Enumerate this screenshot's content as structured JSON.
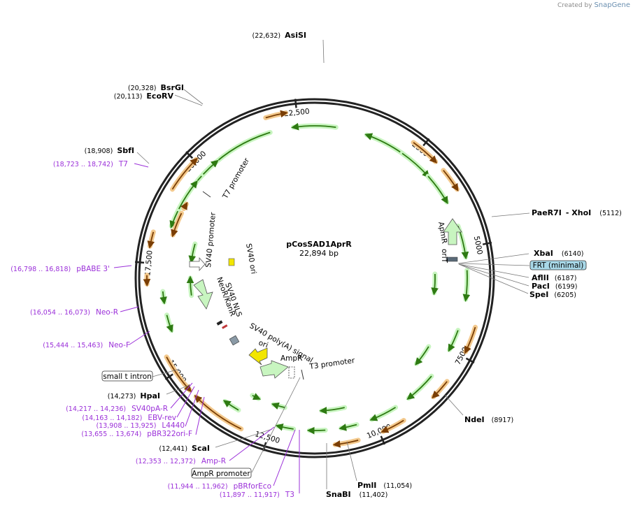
{
  "credit": {
    "prefix": "Created by",
    "brand": "SnapGene"
  },
  "plasmid": {
    "name": "pCosSAD1AprR",
    "size_label": "22,894 bp"
  },
  "ticks": [
    {
      "label": "22,500",
      "bp": 22500
    },
    {
      "label": "2500",
      "bp": 2500
    },
    {
      "label": "5000",
      "bp": 5000
    },
    {
      "label": "7500",
      "bp": 7500
    },
    {
      "label": "10,000",
      "bp": 10000
    },
    {
      "label": "12,500",
      "bp": 12500
    },
    {
      "label": "15,000",
      "bp": 15000
    },
    {
      "label": "17,500",
      "bp": 17500
    },
    {
      "label": "20,000",
      "bp": 20000
    }
  ],
  "sites": [
    {
      "name": "AsiSI",
      "pos": "(22,632)",
      "bp": 22632
    },
    {
      "name": "BsrGI",
      "pos": "(20,328)",
      "bp": 20328
    },
    {
      "name": "EcoRV",
      "pos": "(20,113)",
      "bp": 20113
    },
    {
      "name": "SbfI",
      "pos": "(18,908)",
      "bp": 18908
    },
    {
      "name": "PaeR7I",
      "name2": "- XhoI",
      "pos": "(5112)",
      "bp": 5112
    },
    {
      "name": "XbaI",
      "pos": "(6140)",
      "bp": 6140
    },
    {
      "name": "AflII",
      "pos": "(6187)",
      "bp": 6187
    },
    {
      "name": "PacI",
      "pos": "(6199)",
      "bp": 6199
    },
    {
      "name": "SpeI",
      "pos": "(6205)",
      "bp": 6205
    },
    {
      "name": "NdeI",
      "pos": "(8917)",
      "bp": 8917
    },
    {
      "name": "PmlI",
      "pos": "(11,054)",
      "bp": 11054
    },
    {
      "name": "SnaBI",
      "pos": "(11,402)",
      "bp": 11402
    },
    {
      "name": "ScaI",
      "pos": "(12,441)",
      "bp": 12441
    },
    {
      "name": "HpaI",
      "pos": "(14,273)",
      "bp": 14273
    }
  ],
  "primers": [
    {
      "name": "T7",
      "pos": "(18,723 .. 18,742)"
    },
    {
      "name": "pBABE 3'",
      "pos": "(16,798 .. 16,818)"
    },
    {
      "name": "Neo-R",
      "pos": "(16,054 .. 16,073)"
    },
    {
      "name": "Neo-F",
      "pos": "(15,444 .. 15,463)"
    },
    {
      "name": "SV40pA-R",
      "pos": "(14,217 .. 14,236)"
    },
    {
      "name": "EBV-rev",
      "pos": "(14,163 .. 14,182)"
    },
    {
      "name": "L4440",
      "pos": "(13,908 .. 13,925)"
    },
    {
      "name": "pBR322ori-F",
      "pos": "(13,655 .. 13,674)"
    },
    {
      "name": "Amp-R",
      "pos": "(12,353 .. 12,372)"
    },
    {
      "name": "pBRforEco",
      "pos": "(11,944 .. 11,962)"
    },
    {
      "name": "T3",
      "pos": "(11,897 .. 11,917)"
    }
  ],
  "boxed_features": [
    {
      "name": "FRT (minimal)",
      "color": "#a8d8e8"
    },
    {
      "name": "small t intron"
    },
    {
      "name": "AmpR promoter"
    }
  ],
  "inner_features": [
    {
      "name": "T7 promoter"
    },
    {
      "name": "SV40 promoter"
    },
    {
      "name": "SV40 ori"
    },
    {
      "name": "SV40 NLS"
    },
    {
      "name": "NeoR/KanR"
    },
    {
      "name": "SV40 poly(A) signal"
    },
    {
      "name": "ori"
    },
    {
      "name": "AmpR"
    },
    {
      "name": "T3 promoter"
    },
    {
      "name": "ApmR"
    },
    {
      "name": "oriT"
    }
  ],
  "colors": {
    "backbone": "#222222",
    "cds_fill": "#c8f5c0",
    "cds_arrow": "#3a8a1c",
    "orange_fill": "#f3c98d",
    "orange_arrow": "#8a4a0a",
    "primer": "#9b30d9",
    "ori_yellow": "#f2e600",
    "apmr_fill": "#c8f5c0"
  }
}
